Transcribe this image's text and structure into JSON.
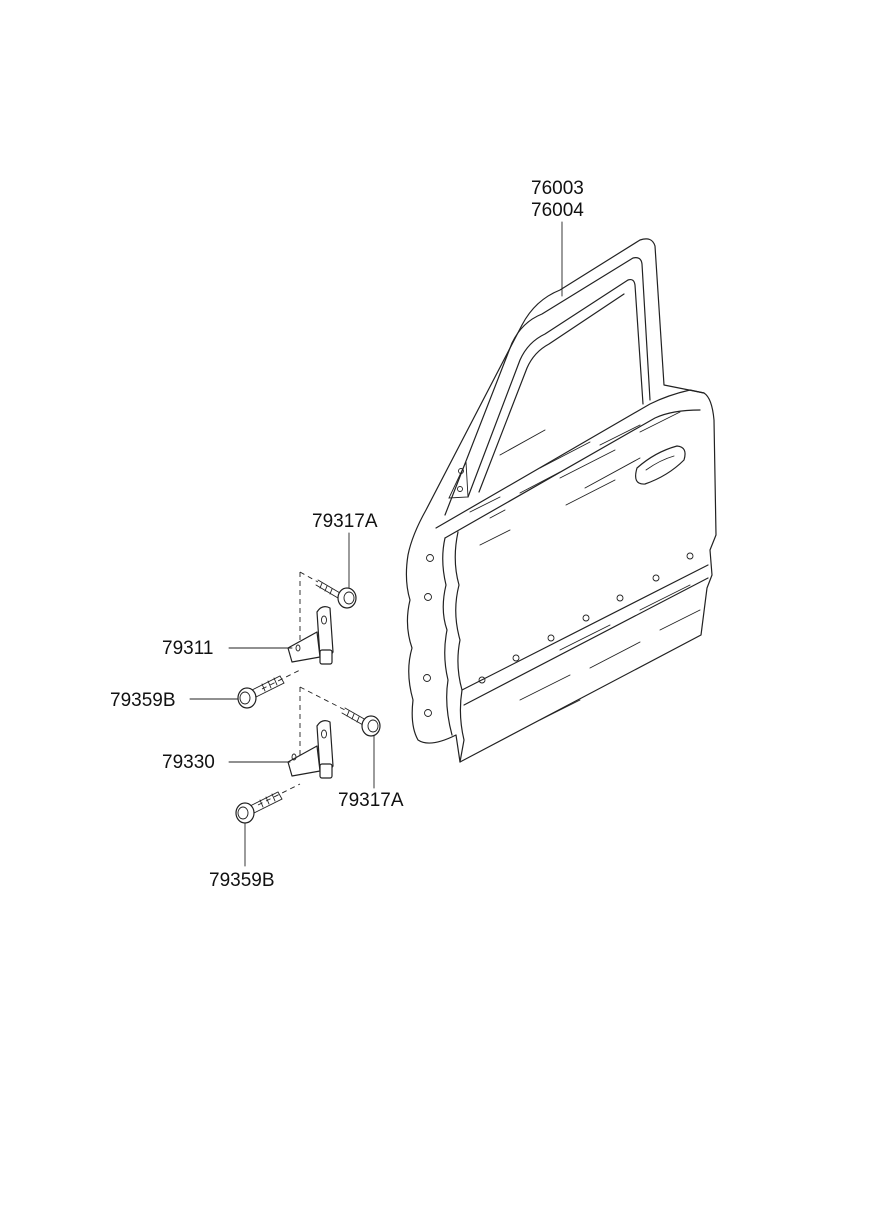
{
  "labels": {
    "door_panel_a": "76003",
    "door_panel_b": "76004",
    "bolt_upper": "79317A",
    "hinge_upper": "79311",
    "bolt_upper_hinge": "79359B",
    "hinge_lower": "79330",
    "bolt_lower": "79317A",
    "bolt_lower_hinge": "79359B"
  }
}
